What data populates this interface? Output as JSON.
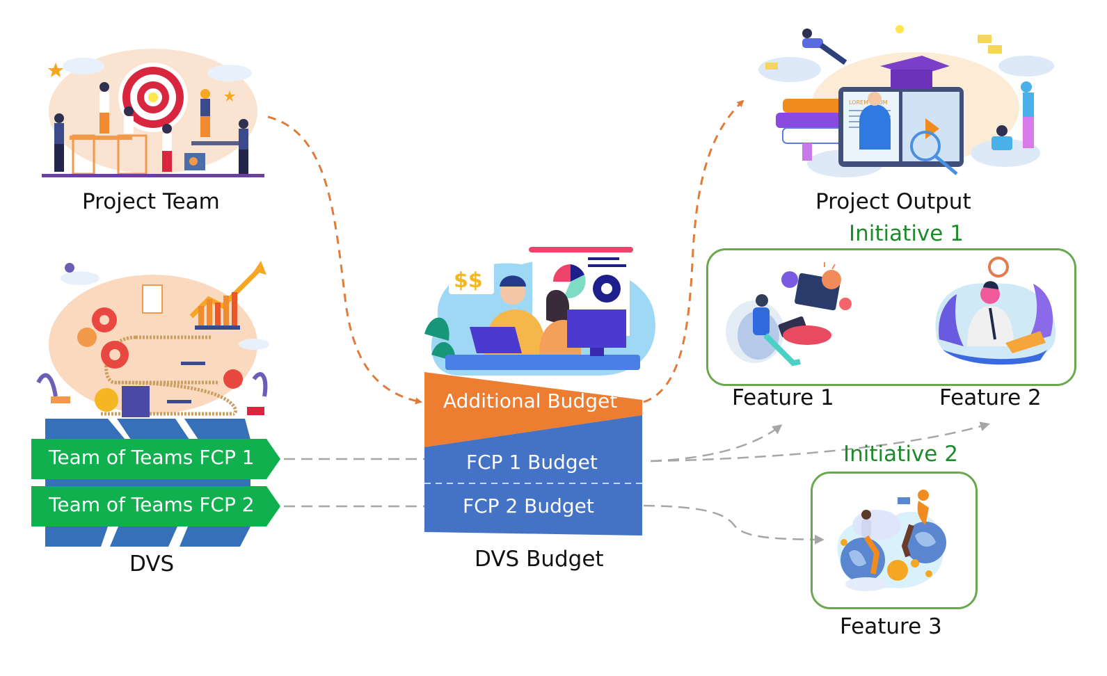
{
  "diagram": {
    "project_team": {
      "label": "Project Team",
      "illustration": "team-target-illustration"
    },
    "dvs": {
      "label": "DVS",
      "illustration": "value-stream-conveyor-illustration",
      "fcp_rows": [
        {
          "label": "Team of Teams FCP 1"
        },
        {
          "label": "Team of Teams FCP 2"
        }
      ]
    },
    "dvs_budget": {
      "label": "DVS Budget",
      "illustration": "budget-meeting-illustration",
      "segments": [
        {
          "label": "Additional Budget",
          "color": "#ed7d31"
        },
        {
          "label": "FCP 1 Budget",
          "color": "#4472c4"
        },
        {
          "label": "FCP 2 Budget",
          "color": "#4472c4"
        }
      ]
    },
    "project_output": {
      "label": "Project Output",
      "illustration": "elearning-output-illustration"
    },
    "initiatives": [
      {
        "label": "Initiative 1",
        "features": [
          {
            "label": "Feature 1",
            "illustration": "developer-vr-illustration"
          },
          {
            "label": "Feature 2",
            "illustration": "businessman-laptop-illustration"
          }
        ]
      },
      {
        "label": "Initiative 2",
        "features": [
          {
            "label": "Feature 3",
            "illustration": "global-remote-work-illustration"
          }
        ]
      }
    ],
    "colors": {
      "chevron_green": "#10b04f",
      "stream_blue": "#3570b8",
      "budget_orange": "#ed7d31",
      "budget_blue": "#4472c4",
      "initiative_green": "#1f8a2b",
      "initiative_border": "#6aa84f",
      "connector_orange": "#e07b39",
      "connector_gray": "#a6a6a6"
    }
  }
}
